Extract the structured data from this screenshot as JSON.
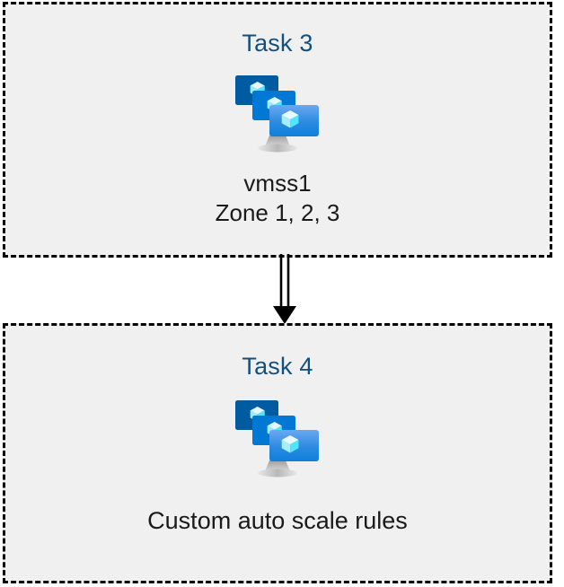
{
  "page": {
    "background": "#ffffff",
    "box_fill": "#f0f0f0",
    "box_border_color": "#000000",
    "title_color": "#13507e",
    "caption_color": "#1a1a1a"
  },
  "boxes": [
    {
      "title": "Task 3",
      "icon": "azure-vm-scale-set-icon",
      "caption_lines": [
        "vmss1",
        "Zone 1, 2, 3"
      ]
    },
    {
      "title": "Task 4",
      "icon": "azure-vm-scale-set-icon",
      "caption_lines": [
        "Custom auto scale rules"
      ]
    }
  ],
  "connector": {
    "name": "double-line-down-arrow",
    "direction": "down",
    "color": "#000000",
    "style": "double-line"
  },
  "icon_colors": {
    "monitor_back": "#005BA1",
    "monitor_middle": "#0078D4",
    "monitor_front_top": "#5EA0EF",
    "monitor_front_bottom": "#0F7FDB",
    "cube_light": "#C3F1FF",
    "cube_mid": "#9CEBFF",
    "cube_dark": "#50E6FF",
    "stand": "#B3B3B3"
  }
}
